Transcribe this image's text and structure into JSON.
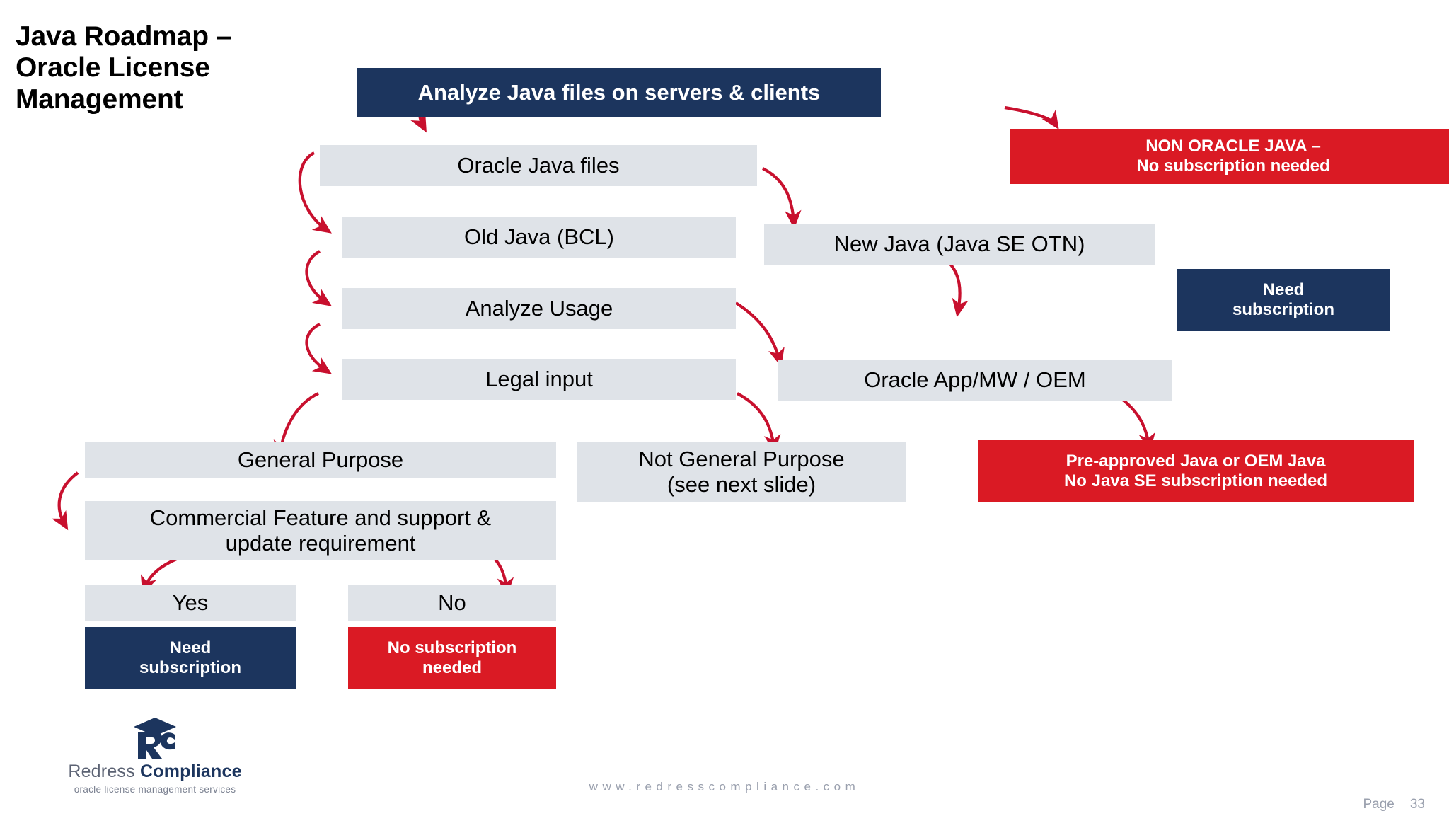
{
  "slide": {
    "title": "Java Roadmap –\nOracle License\nManagement",
    "page_label": "Page",
    "page_number": "33",
    "footer_url": "www.redresscompliance.com"
  },
  "colors": {
    "navy": "#1c355e",
    "red": "#da1a24",
    "gray_box": "#dfe3e8",
    "arrow_red": "#c8102e",
    "text_dark": "#000000",
    "footer_gray": "#9aa0ae"
  },
  "logo": {
    "mark": "rc-cube-icon",
    "name_light": "Redress ",
    "name_bold": "Compliance",
    "tagline": "oracle license management services"
  },
  "flow": {
    "nodes": [
      {
        "id": "analyze-java-files",
        "label": "Analyze Java files on servers & clients",
        "style": "navy",
        "font_size": 31
      },
      {
        "id": "non-oracle-java",
        "label": "NON ORACLE JAVA –\nNo subscription needed",
        "style": "red",
        "font_size": 24
      },
      {
        "id": "oracle-java-files",
        "label": "Oracle Java files",
        "style": "gray",
        "font_size": 31
      },
      {
        "id": "old-java-bcl",
        "label": "Old Java (BCL)",
        "style": "gray",
        "font_size": 31
      },
      {
        "id": "new-java-se-otn",
        "label": "New Java (Java SE OTN)",
        "style": "gray",
        "font_size": 31
      },
      {
        "id": "need-subscription-otn",
        "label": "Need\nsubscription",
        "style": "navy",
        "font_size": 24
      },
      {
        "id": "analyze-usage",
        "label": "Analyze Usage",
        "style": "gray",
        "font_size": 31
      },
      {
        "id": "legal-input",
        "label": "Legal input",
        "style": "gray",
        "font_size": 31
      },
      {
        "id": "oracle-app-mw-oem",
        "label": "Oracle App/MW / OEM",
        "style": "gray",
        "font_size": 31
      },
      {
        "id": "general-purpose",
        "label": "General Purpose",
        "style": "gray",
        "font_size": 31
      },
      {
        "id": "not-general-purpose",
        "label": "Not General Purpose\n(see next slide)",
        "style": "gray",
        "font_size": 31
      },
      {
        "id": "pre-approved-oem",
        "label": "Pre-approved Java or OEM Java\nNo Java SE subscription needed",
        "style": "red",
        "font_size": 24
      },
      {
        "id": "commercial-feature",
        "label": "Commercial Feature and support &\nupdate requirement",
        "style": "gray",
        "font_size": 31
      },
      {
        "id": "answer-yes",
        "label": "Yes",
        "style": "gray",
        "font_size": 31
      },
      {
        "id": "answer-no",
        "label": "No",
        "style": "gray",
        "font_size": 31
      },
      {
        "id": "need-subscription-yes",
        "label": "Need\nsubscription",
        "style": "navy",
        "font_size": 24
      },
      {
        "id": "no-subscription-no",
        "label": "No subscription\nneeded",
        "style": "red",
        "font_size": 24
      }
    ]
  }
}
